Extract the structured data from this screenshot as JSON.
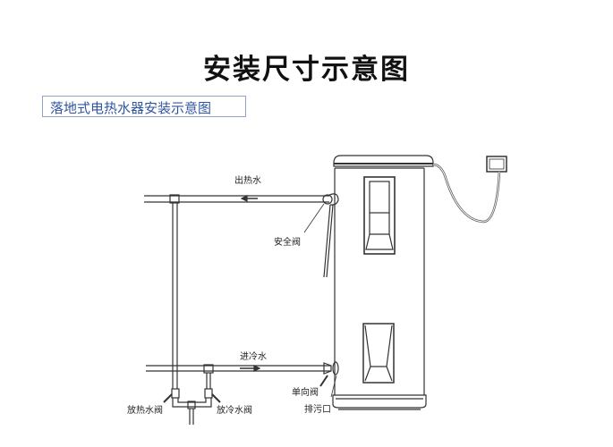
{
  "page": {
    "title": "安装尺寸示意图",
    "subtitle": "落地式电热水器安装示意图"
  },
  "diagram": {
    "labels": {
      "hot_water_out": "出热水",
      "safety_valve": "安全阀",
      "cold_water_in": "进冷水",
      "check_valve": "单向阀",
      "drain_outlet": "排污口",
      "hot_drain_valve": "放热水阀",
      "cold_drain_valve": "放冷水阀"
    },
    "components": [
      "water-heater-tank",
      "wall-controller",
      "hot-water-pipe",
      "cold-water-pipe",
      "safety-valve",
      "check-valve",
      "drain-outlet",
      "hot-drain-valve",
      "cold-drain-valve"
    ],
    "colors": {
      "line": "#333333",
      "subtitle_text": "#2f55a0",
      "subtitle_border": "#8fa3c8"
    }
  }
}
